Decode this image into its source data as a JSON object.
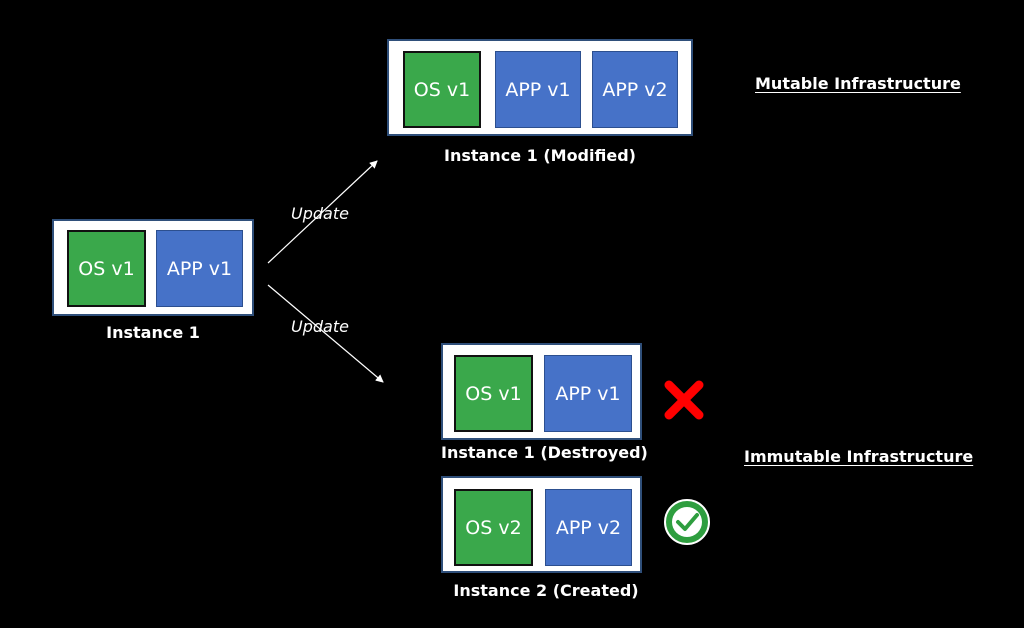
{
  "headings": {
    "mutable": "Mutable Infrastructure",
    "immutable": "Immutable Infrastructure"
  },
  "arrows": {
    "upper_label": "Update",
    "lower_label": "Update"
  },
  "instances": {
    "original": {
      "caption": "Instance 1",
      "components": [
        "OS v1",
        "APP v1"
      ]
    },
    "modified": {
      "caption": "Instance 1 (Modified)",
      "components": [
        "OS v1",
        "APP v1",
        "APP v2"
      ]
    },
    "destroyed": {
      "caption": "Instance 1 (Destroyed)",
      "components": [
        "OS v1",
        "APP v1"
      ],
      "status_icon": "red-x-icon"
    },
    "created": {
      "caption": "Instance 2 (Created)",
      "components": [
        "OS v2",
        "APP v2"
      ],
      "status_icon": "green-check-circle-icon"
    }
  },
  "colors": {
    "background": "#000000",
    "os_box": "#3aa84b",
    "app_box": "#4672c8",
    "container": "#ffffff",
    "destroy_mark": "#ff0000",
    "check_circle": "#2e9e3f"
  }
}
